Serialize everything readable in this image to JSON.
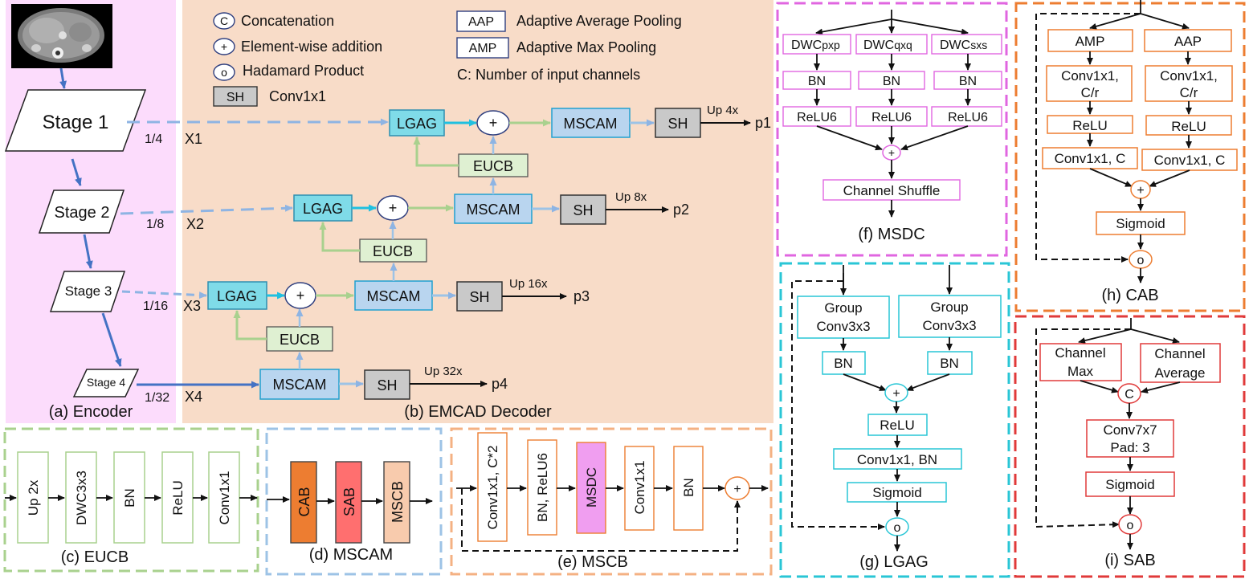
{
  "legend": {
    "concat_symbol": "C",
    "concat_label": "Concatenation",
    "add_symbol": "+",
    "add_label": "Element-wise addition",
    "hadamard_symbol": "o",
    "hadamard_label": "Hadamard Product",
    "sh_label": "SH",
    "sh_desc": "Conv1x1",
    "aap_label": "AAP",
    "aap_desc": "Adaptive Average Pooling",
    "amp_label": "AMP",
    "amp_desc": "Adaptive Max Pooling",
    "channels_note": "C: Number of input channels"
  },
  "encoder": {
    "caption": "(a) Encoder",
    "stages": [
      "Stage 1",
      "Stage 2",
      "Stage 3",
      "Stage 4"
    ],
    "ratios": [
      "1/4",
      "1/8",
      "1/16",
      "1/32"
    ],
    "features": [
      "X1",
      "X2",
      "X3",
      "X4"
    ]
  },
  "decoder": {
    "caption": "(b) EMCAD Decoder",
    "lgag": "LGAG",
    "eucb": "EUCB",
    "mscam": "MSCAM",
    "sh": "SH",
    "add": "+",
    "ups": [
      "Up 4x",
      "Up 8x",
      "Up 16x",
      "Up 32x"
    ],
    "outputs": [
      "p1",
      "p2",
      "p3",
      "p4"
    ]
  },
  "eucb_panel": {
    "caption": "(c) EUCB",
    "blocks": [
      "Up 2x",
      "DWC3x3",
      "BN",
      "ReLU",
      "Conv1x1"
    ]
  },
  "mscam_panel": {
    "caption": "(d) MSCAM",
    "blocks": [
      "CAB",
      "SAB",
      "MSCB"
    ]
  },
  "mscb_panel": {
    "caption": "(e) MSCB",
    "blocks": [
      "Conv1x1, C*2",
      "BN, ReLU6",
      "MSDC",
      "Conv1x1",
      "BN"
    ],
    "add": "+"
  },
  "msdc_panel": {
    "caption": "(f) MSDC",
    "dwc": [
      "DWC",
      "DWC",
      "DWC"
    ],
    "dwc_sub": [
      "pxp",
      "qxq",
      "sxs"
    ],
    "bn": "BN",
    "relu6": "ReLU6",
    "add": "+",
    "shuffle": "Channel Shuffle"
  },
  "lgag_panel": {
    "caption": "(g) LGAG",
    "group_a": [
      "Group",
      "Conv3x3"
    ],
    "group_b": [
      "Group",
      "Conv3x3"
    ],
    "bn": "BN",
    "add": "+",
    "relu": "ReLU",
    "conv_bn": "Conv1x1, BN",
    "sigmoid": "Sigmoid",
    "hadamard": "o"
  },
  "cab_panel": {
    "caption": "(h) CAB",
    "amp": "AMP",
    "aap": "AAP",
    "conv_a": [
      "Conv1x1,",
      "C/r"
    ],
    "conv_b": [
      "Conv1x1,",
      "C/r"
    ],
    "relu": "ReLU",
    "conv_c": "Conv1x1, C",
    "add": "+",
    "sigmoid": "Sigmoid",
    "hadamard": "o"
  },
  "sab_panel": {
    "caption": "(i) SAB",
    "channel_max": [
      "Channel",
      "Max"
    ],
    "channel_avg": [
      "Channel",
      "Average"
    ],
    "concat": "C",
    "conv": [
      "Conv7x7",
      "Pad: 3"
    ],
    "sigmoid": "Sigmoid",
    "hadamard": "o"
  },
  "colors": {
    "encoder_bg": "#fcdcfc",
    "decoder_bg": "#f8dcc8",
    "lgag_fill": "#7fdbe8",
    "mscam_fill": "#b9d5ef",
    "eucb_fill": "#dff0d2",
    "sh_fill": "#c9c9c9",
    "cab_fill": "#ed7d31",
    "sab_fill": "#ff6f6f",
    "mscb_fill": "#f8cbad",
    "msdc_fill": "#f09ef0",
    "skip_blue": "#8eb4e3",
    "arrow_blue": "#4472c4",
    "cyan_arrow": "#20c0e0",
    "green_arrow": "#a9d18e",
    "light_blue_arrow": "#9dc3e6",
    "pink_border": "#e066e0",
    "cyan_border": "#29c6d6",
    "orange_border": "#ed7d31",
    "red_border": "#e03a3a",
    "green_border": "#a9d18e"
  }
}
